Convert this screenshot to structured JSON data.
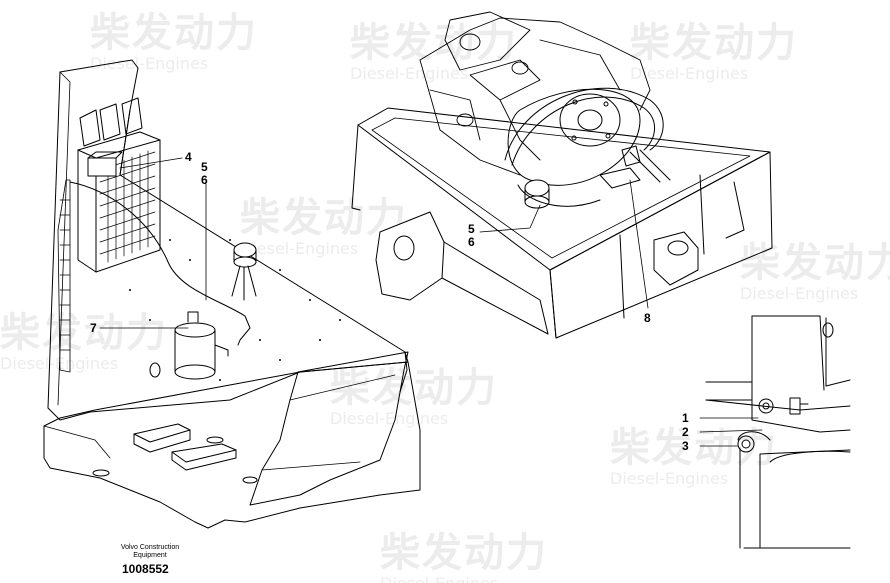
{
  "callouts": {
    "c4": "4",
    "c5a": "5",
    "c6a": "6",
    "c7": "7",
    "c5b": "5",
    "c6b": "6",
    "c8": "8",
    "c1": "1",
    "c2": "2",
    "c3": "3"
  },
  "caption": {
    "brand_line1": "Volvo Construction",
    "brand_line2": "Equipment",
    "part_number": "1008552"
  },
  "watermark": {
    "cn": "柴发动力",
    "en": "Diesel-Engines"
  },
  "colors": {
    "line": "#000000",
    "watermark": "#d0d0d0"
  }
}
